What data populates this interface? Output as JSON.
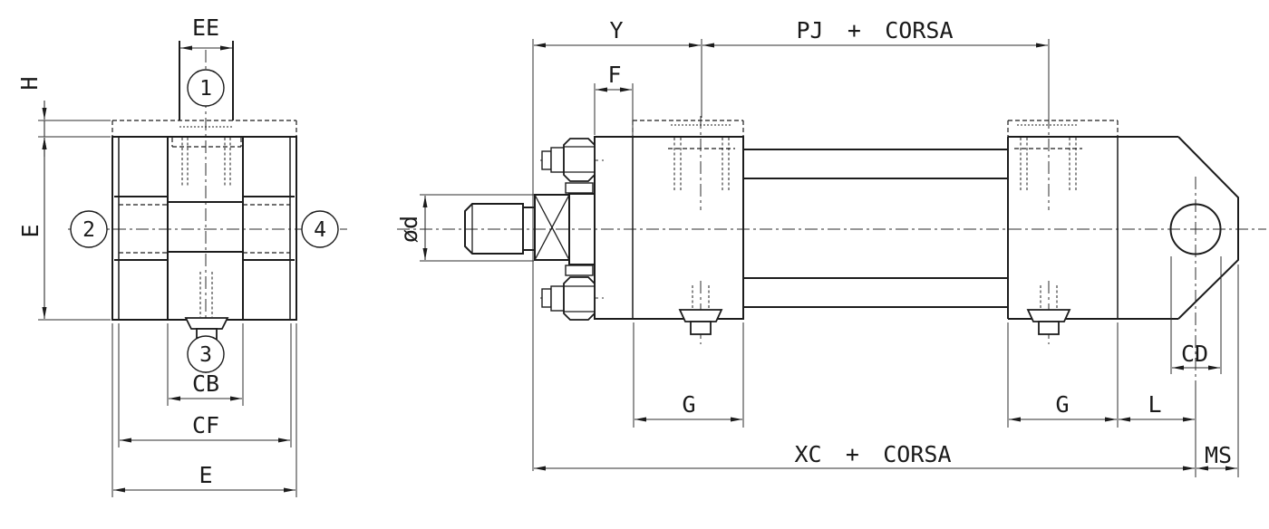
{
  "colors": {
    "line": "#1c1c1c",
    "background": "#ffffff"
  },
  "end_view": {
    "balloons": [
      {
        "label": "1"
      },
      {
        "label": "2"
      },
      {
        "label": "3"
      },
      {
        "label": "4"
      }
    ],
    "dims": {
      "ee": "EE",
      "h": "H",
      "e_height": "E",
      "cb": "CB",
      "cf": "CF",
      "e_width": "E"
    }
  },
  "side_view": {
    "dims": {
      "y": "Y",
      "f": "F",
      "pj": "PJ + CORSA",
      "rod_d": "ød",
      "g_head": "G",
      "g_cap": "G",
      "l": "L",
      "cd": "CD",
      "xc": "XC + CORSA",
      "ms": "MS"
    }
  }
}
